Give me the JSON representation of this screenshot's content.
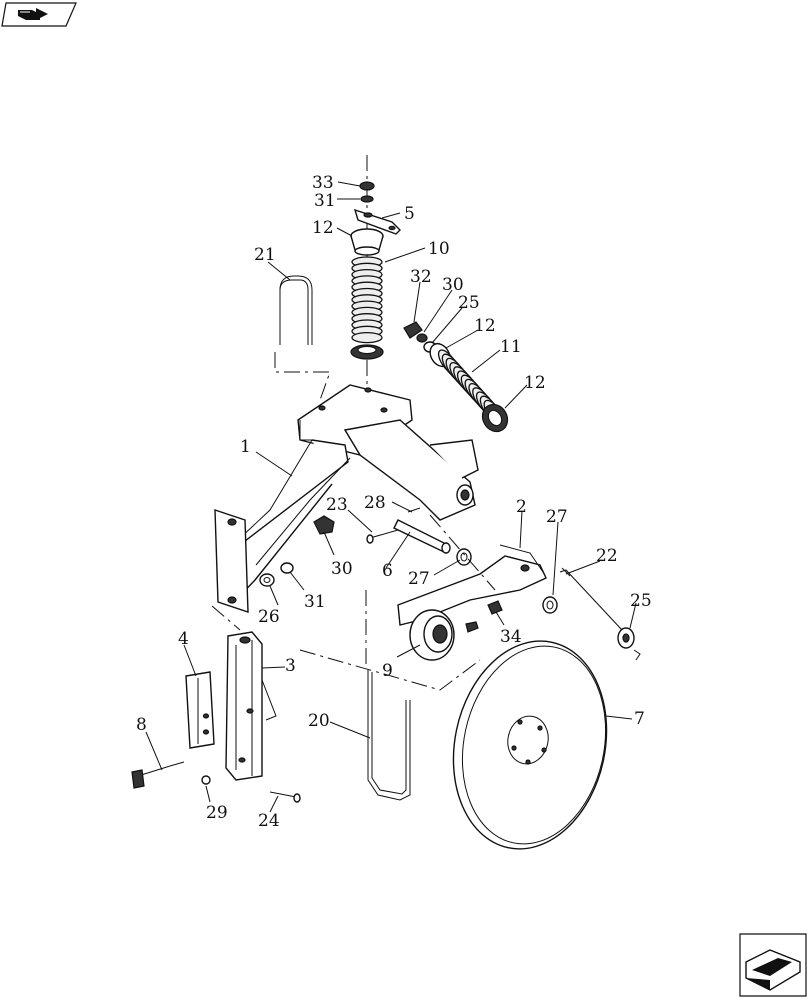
{
  "nav": {
    "back_button_icon": "book-back-icon",
    "forward_button_icon": "page-next-arrow-icon"
  },
  "callouts": [
    {
      "id": "c33",
      "text": "33"
    },
    {
      "id": "c31a",
      "text": "31"
    },
    {
      "id": "c5",
      "text": "5"
    },
    {
      "id": "c12a",
      "text": "12"
    },
    {
      "id": "c10",
      "text": "10"
    },
    {
      "id": "c21",
      "text": "21"
    },
    {
      "id": "c32",
      "text": "32"
    },
    {
      "id": "c30a",
      "text": "30"
    },
    {
      "id": "c25a",
      "text": "25"
    },
    {
      "id": "c12b",
      "text": "12"
    },
    {
      "id": "c11",
      "text": "11"
    },
    {
      "id": "c12c",
      "text": "12"
    },
    {
      "id": "c1",
      "text": "1"
    },
    {
      "id": "c23",
      "text": "23"
    },
    {
      "id": "c28",
      "text": "28"
    },
    {
      "id": "c2",
      "text": "2"
    },
    {
      "id": "c27a",
      "text": "27"
    },
    {
      "id": "c22",
      "text": "22"
    },
    {
      "id": "c30b",
      "text": "30"
    },
    {
      "id": "c6",
      "text": "6"
    },
    {
      "id": "c27b",
      "text": "27"
    },
    {
      "id": "c25b",
      "text": "25"
    },
    {
      "id": "c26",
      "text": "26"
    },
    {
      "id": "c31b",
      "text": "31"
    },
    {
      "id": "c34",
      "text": "34"
    },
    {
      "id": "c4",
      "text": "4"
    },
    {
      "id": "c3",
      "text": "3"
    },
    {
      "id": "c9",
      "text": "9"
    },
    {
      "id": "c20",
      "text": "20"
    },
    {
      "id": "c7",
      "text": "7"
    },
    {
      "id": "c8",
      "text": "8"
    },
    {
      "id": "c29",
      "text": "29"
    },
    {
      "id": "c24",
      "text": "24"
    }
  ]
}
